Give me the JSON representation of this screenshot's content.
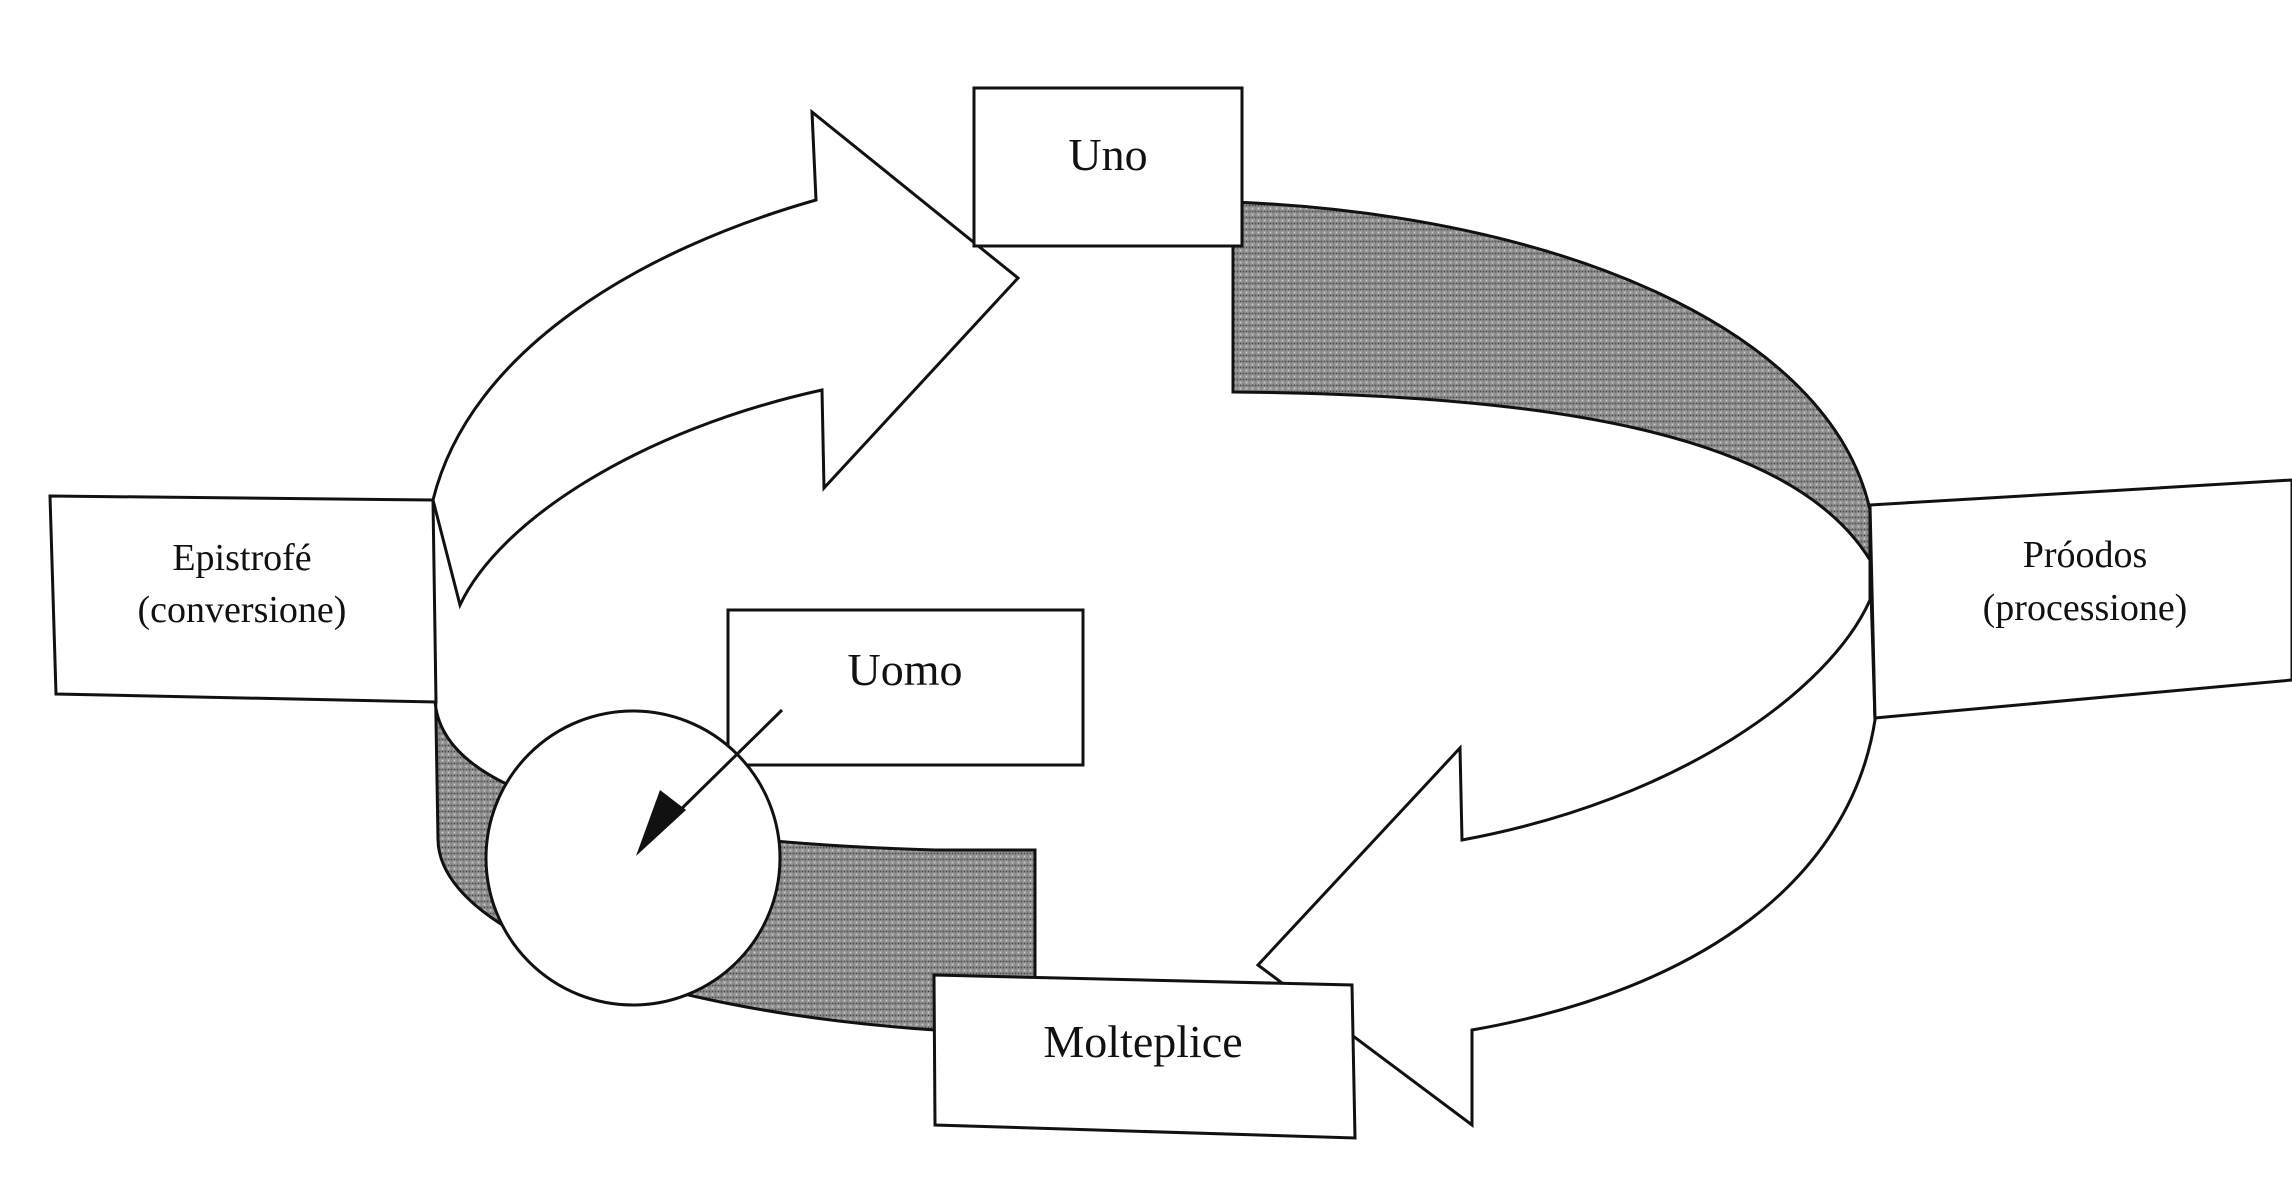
{
  "diagram": {
    "nodes": {
      "uno": "Uno",
      "uomo": "Uomo",
      "molteplice": "Molteplice",
      "epistrofe": {
        "line1": "Epistrofé",
        "line2": "(conversione)"
      },
      "proodos": {
        "line1": "Próodos",
        "line2": "(processione)"
      }
    },
    "colors": {
      "stroke": "#111111",
      "band_shading": "#8a8a8a",
      "background": "#ffffff"
    }
  }
}
